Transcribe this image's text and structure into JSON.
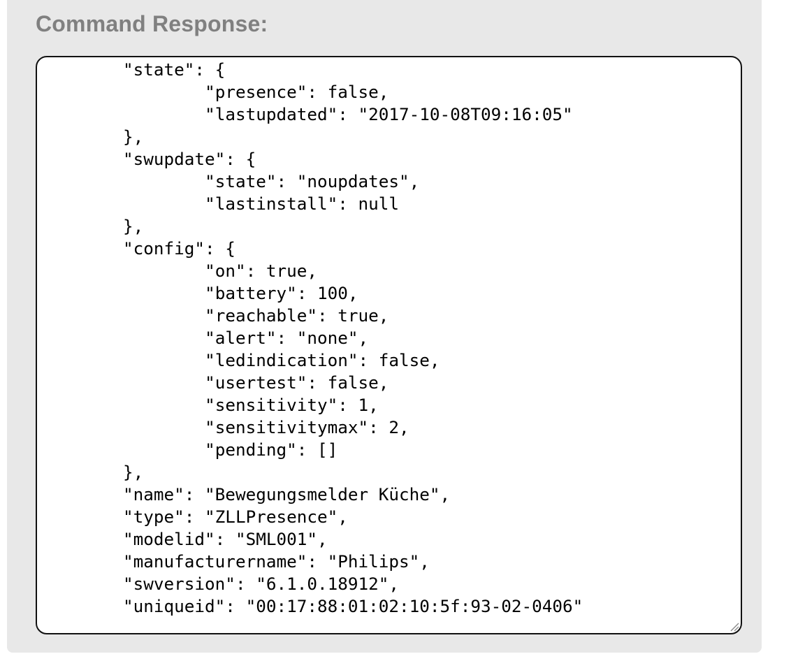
{
  "title": "Command Response:",
  "response_lines": [
    "{",
    "\t\"state\": {",
    "\t\t\"presence\": false,",
    "\t\t\"lastupdated\": \"2017-10-08T09:16:05\"",
    "\t},",
    "\t\"swupdate\": {",
    "\t\t\"state\": \"noupdates\",",
    "\t\t\"lastinstall\": null",
    "\t},",
    "\t\"config\": {",
    "\t\t\"on\": true,",
    "\t\t\"battery\": 100,",
    "\t\t\"reachable\": true,",
    "\t\t\"alert\": \"none\",",
    "\t\t\"ledindication\": false,",
    "\t\t\"usertest\": false,",
    "\t\t\"sensitivity\": 1,",
    "\t\t\"sensitivitymax\": 2,",
    "\t\t\"pending\": []",
    "\t},",
    "\t\"name\": \"Bewegungsmelder Küche\",",
    "\t\"type\": \"ZLLPresence\",",
    "\t\"modelid\": \"SML001\",",
    "\t\"manufacturername\": \"Philips\",",
    "\t\"swversion\": \"6.1.0.18912\",",
    "\t\"uniqueid\": \"00:17:88:01:02:10:5f:93-02-0406\""
  ]
}
